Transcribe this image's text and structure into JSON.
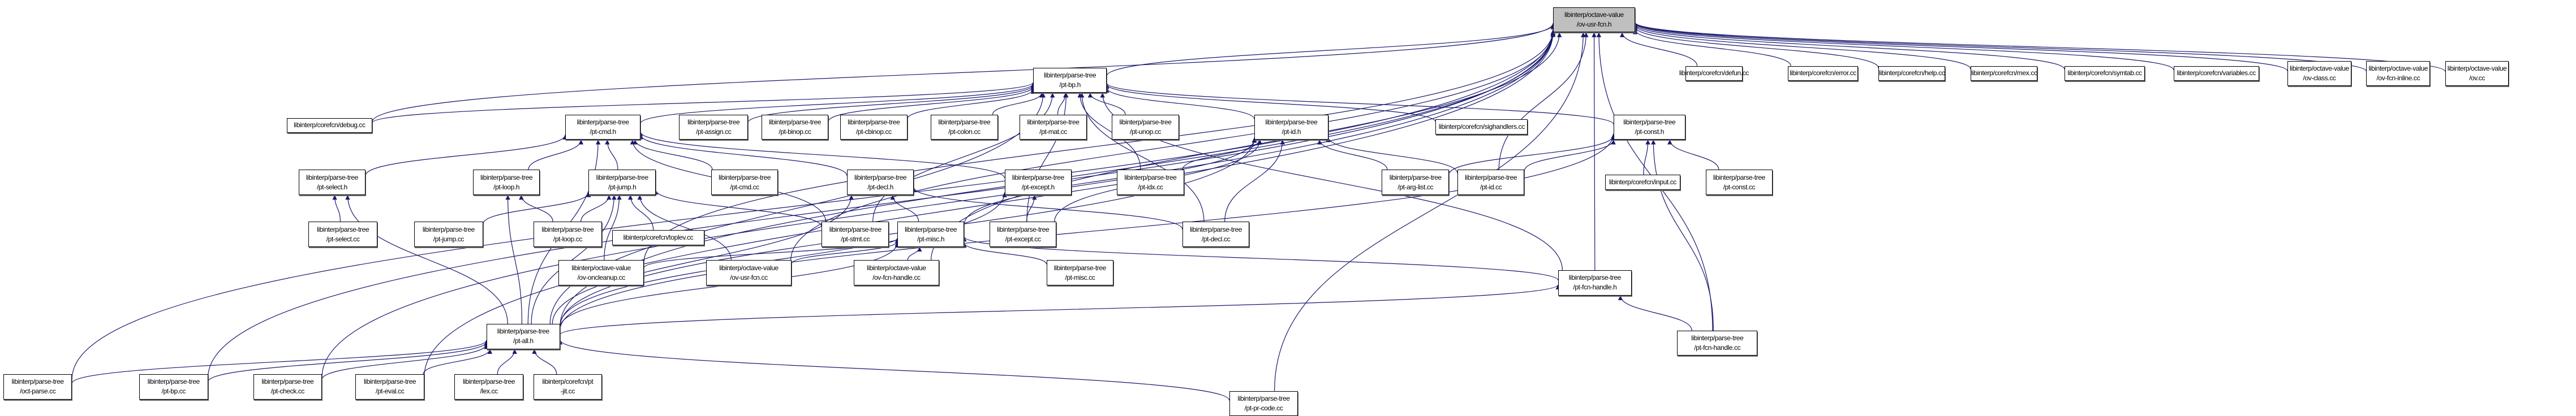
{
  "diagram": {
    "type": "include-dependency-graph",
    "root": "libinterp/octave-value/ov-usr-fcn.h",
    "edge_color": "#191970",
    "root_fill": "#bfbfbf",
    "nodes": [
      {
        "id": "ov-usr-fcn.h",
        "lines": [
          "libinterp/octave-value",
          "/ov-usr-fcn.h"
        ]
      },
      {
        "id": "pt-bp.h",
        "lines": [
          "libinterp/parse-tree",
          "/pt-bp.h"
        ]
      },
      {
        "id": "defun.cc",
        "lines": [
          "libinterp/corefcn/defun.cc"
        ]
      },
      {
        "id": "error.cc",
        "lines": [
          "libinterp/corefcn/error.cc"
        ]
      },
      {
        "id": "help.cc",
        "lines": [
          "libinterp/corefcn/help.cc"
        ]
      },
      {
        "id": "mex.cc",
        "lines": [
          "libinterp/corefcn/mex.cc"
        ]
      },
      {
        "id": "symtab.cc",
        "lines": [
          "libinterp/corefcn/symtab.cc"
        ]
      },
      {
        "id": "variables.cc",
        "lines": [
          "libinterp/corefcn/variables.cc"
        ]
      },
      {
        "id": "ov-class.cc",
        "lines": [
          "libinterp/octave-value",
          "/ov-class.cc"
        ]
      },
      {
        "id": "ov-fcn-inline.cc",
        "lines": [
          "libinterp/octave-value",
          "/ov-fcn-inline.cc"
        ]
      },
      {
        "id": "ov.cc",
        "lines": [
          "libinterp/octave-value",
          "/ov.cc"
        ]
      },
      {
        "id": "debug.cc",
        "lines": [
          "libinterp/corefcn/debug.cc"
        ]
      },
      {
        "id": "pt-cmd.h",
        "lines": [
          "libinterp/parse-tree",
          "/pt-cmd.h"
        ]
      },
      {
        "id": "pt-assign.cc",
        "lines": [
          "libinterp/parse-tree",
          "/pt-assign.cc"
        ]
      },
      {
        "id": "pt-binop.cc",
        "lines": [
          "libinterp/parse-tree",
          "/pt-binop.cc"
        ]
      },
      {
        "id": "pt-cbinop.cc",
        "lines": [
          "libinterp/parse-tree",
          "/pt-cbinop.cc"
        ]
      },
      {
        "id": "pt-colon.cc",
        "lines": [
          "libinterp/parse-tree",
          "/pt-colon.cc"
        ]
      },
      {
        "id": "pt-mat.cc",
        "lines": [
          "libinterp/parse-tree",
          "/pt-mat.cc"
        ]
      },
      {
        "id": "pt-unop.cc",
        "lines": [
          "libinterp/parse-tree",
          "/pt-unop.cc"
        ]
      },
      {
        "id": "pt-id.h",
        "lines": [
          "libinterp/parse-tree",
          "/pt-id.h"
        ]
      },
      {
        "id": "sighandlers.cc",
        "lines": [
          "libinterp/corefcn/sighandlers.cc"
        ]
      },
      {
        "id": "pt-const.h",
        "lines": [
          "libinterp/parse-tree",
          "/pt-const.h"
        ]
      },
      {
        "id": "pt-select.h",
        "lines": [
          "libinterp/parse-tree",
          "/pt-select.h"
        ]
      },
      {
        "id": "pt-loop.h",
        "lines": [
          "libinterp/parse-tree",
          "/pt-loop.h"
        ]
      },
      {
        "id": "pt-jump.h",
        "lines": [
          "libinterp/parse-tree",
          "/pt-jump.h"
        ]
      },
      {
        "id": "pt-cmd.cc",
        "lines": [
          "libinterp/parse-tree",
          "/pt-cmd.cc"
        ]
      },
      {
        "id": "pt-decl.h",
        "lines": [
          "libinterp/parse-tree",
          "/pt-decl.h"
        ]
      },
      {
        "id": "pt-except.h",
        "lines": [
          "libinterp/parse-tree",
          "/pt-except.h"
        ]
      },
      {
        "id": "pt-idx.cc",
        "lines": [
          "libinterp/parse-tree",
          "/pt-idx.cc"
        ]
      },
      {
        "id": "pt-arg-list.cc",
        "lines": [
          "libinterp/parse-tree",
          "/pt-arg-list.cc"
        ]
      },
      {
        "id": "pt-id.cc",
        "lines": [
          "libinterp/parse-tree",
          "/pt-id.cc"
        ]
      },
      {
        "id": "input.cc",
        "lines": [
          "libinterp/corefcn/input.cc"
        ]
      },
      {
        "id": "pt-const.cc",
        "lines": [
          "libinterp/parse-tree",
          "/pt-const.cc"
        ]
      },
      {
        "id": "pt-select.cc",
        "lines": [
          "libinterp/parse-tree",
          "/pt-select.cc"
        ]
      },
      {
        "id": "pt-jump.cc",
        "lines": [
          "libinterp/parse-tree",
          "/pt-jump.cc"
        ]
      },
      {
        "id": "pt-loop.cc",
        "lines": [
          "libinterp/parse-tree",
          "/pt-loop.cc"
        ]
      },
      {
        "id": "toplev.cc",
        "lines": [
          "libinterp/corefcn/toplev.cc"
        ]
      },
      {
        "id": "pt-stmt.cc",
        "lines": [
          "libinterp/parse-tree",
          "/pt-stmt.cc"
        ]
      },
      {
        "id": "pt-misc.h",
        "lines": [
          "libinterp/parse-tree",
          "/pt-misc.h"
        ]
      },
      {
        "id": "pt-except.cc",
        "lines": [
          "libinterp/parse-tree",
          "/pt-except.cc"
        ]
      },
      {
        "id": "pt-decl.cc",
        "lines": [
          "libinterp/parse-tree",
          "/pt-decl.cc"
        ]
      },
      {
        "id": "ov-oncleanup.cc",
        "lines": [
          "libinterp/octave-value",
          "/ov-oncleanup.cc"
        ]
      },
      {
        "id": "ov-usr-fcn.cc",
        "lines": [
          "libinterp/octave-value",
          "/ov-usr-fcn.cc"
        ]
      },
      {
        "id": "ov-fcn-handle.cc",
        "lines": [
          "libinterp/octave-value",
          "/ov-fcn-handle.cc"
        ]
      },
      {
        "id": "pt-misc.cc",
        "lines": [
          "libinterp/parse-tree",
          "/pt-misc.cc"
        ]
      },
      {
        "id": "pt-fcn-handle.h",
        "lines": [
          "libinterp/parse-tree",
          "/pt-fcn-handle.h"
        ]
      },
      {
        "id": "pt-all.h",
        "lines": [
          "libinterp/parse-tree",
          "/pt-all.h"
        ]
      },
      {
        "id": "pt-fcn-handle.cc",
        "lines": [
          "libinterp/parse-tree",
          "/pt-fcn-handle.cc"
        ]
      },
      {
        "id": "oct-parse.cc",
        "lines": [
          "libinterp/parse-tree",
          "/oct-parse.cc"
        ]
      },
      {
        "id": "pt-bp.cc",
        "lines": [
          "libinterp/parse-tree",
          "/pt-bp.cc"
        ]
      },
      {
        "id": "pt-check.cc",
        "lines": [
          "libinterp/parse-tree",
          "/pt-check.cc"
        ]
      },
      {
        "id": "pt-eval.cc",
        "lines": [
          "libinterp/parse-tree",
          "/pt-eval.cc"
        ]
      },
      {
        "id": "lex.cc",
        "lines": [
          "libinterp/parse-tree",
          "/lex.cc"
        ]
      },
      {
        "id": "pt-jit.cc",
        "lines": [
          "libinterp/corefcn/pt",
          "-jit.cc"
        ]
      },
      {
        "id": "pt-pr-code.cc",
        "lines": [
          "libinterp/parse-tree",
          "/pt-pr-code.cc"
        ]
      }
    ],
    "edges": [
      [
        "pt-bp.h",
        "ov-usr-fcn.h"
      ],
      [
        "defun.cc",
        "ov-usr-fcn.h"
      ],
      [
        "error.cc",
        "ov-usr-fcn.h"
      ],
      [
        "help.cc",
        "ov-usr-fcn.h"
      ],
      [
        "mex.cc",
        "ov-usr-fcn.h"
      ],
      [
        "symtab.cc",
        "ov-usr-fcn.h"
      ],
      [
        "variables.cc",
        "ov-usr-fcn.h"
      ],
      [
        "ov-class.cc",
        "ov-usr-fcn.h"
      ],
      [
        "ov-fcn-inline.cc",
        "ov-usr-fcn.h"
      ],
      [
        "ov.cc",
        "ov-usr-fcn.h"
      ],
      [
        "debug.cc",
        "ov-usr-fcn.h"
      ],
      [
        "pt-id.cc",
        "ov-usr-fcn.h"
      ],
      [
        "pt-fcn-handle.h",
        "ov-usr-fcn.h"
      ],
      [
        "pt-all.h",
        "ov-usr-fcn.h"
      ],
      [
        "pt-pr-code.cc",
        "ov-usr-fcn.h"
      ],
      [
        "pt-fcn-handle.cc",
        "ov-usr-fcn.h"
      ],
      [
        "oct-parse.cc",
        "ov-usr-fcn.h"
      ],
      [
        "pt-bp.cc",
        "ov-usr-fcn.h"
      ],
      [
        "pt-check.cc",
        "ov-usr-fcn.h"
      ],
      [
        "pt-eval.cc",
        "ov-usr-fcn.h"
      ],
      [
        "ov-usr-fcn.cc",
        "ov-usr-fcn.h"
      ],
      [
        "ov-fcn-handle.cc",
        "ov-usr-fcn.h"
      ],
      [
        "ov-oncleanup.cc",
        "ov-usr-fcn.h"
      ],
      [
        "debug.cc",
        "pt-bp.h"
      ],
      [
        "pt-cmd.h",
        "pt-bp.h"
      ],
      [
        "pt-assign.cc",
        "pt-bp.h"
      ],
      [
        "pt-binop.cc",
        "pt-bp.h"
      ],
      [
        "pt-cbinop.cc",
        "pt-bp.h"
      ],
      [
        "pt-colon.cc",
        "pt-bp.h"
      ],
      [
        "pt-mat.cc",
        "pt-bp.h"
      ],
      [
        "pt-unop.cc",
        "pt-bp.h"
      ],
      [
        "pt-id.h",
        "pt-bp.h"
      ],
      [
        "sighandlers.cc",
        "pt-bp.h"
      ],
      [
        "pt-const.h",
        "pt-bp.h"
      ],
      [
        "pt-idx.cc",
        "pt-bp.h"
      ],
      [
        "pt-stmt.cc",
        "pt-bp.h"
      ],
      [
        "pt-except.cc",
        "pt-bp.h"
      ],
      [
        "pt-decl.cc",
        "pt-bp.h"
      ],
      [
        "pt-fcn-handle.h",
        "pt-bp.h"
      ],
      [
        "pt-all.h",
        "pt-bp.h"
      ],
      [
        "pt-select.h",
        "pt-cmd.h"
      ],
      [
        "pt-loop.h",
        "pt-cmd.h"
      ],
      [
        "pt-jump.h",
        "pt-cmd.h"
      ],
      [
        "pt-cmd.cc",
        "pt-cmd.h"
      ],
      [
        "pt-decl.h",
        "pt-cmd.h"
      ],
      [
        "pt-except.h",
        "pt-cmd.h"
      ],
      [
        "pt-stmt.cc",
        "pt-cmd.h"
      ],
      [
        "pt-all.h",
        "pt-cmd.h"
      ],
      [
        "pt-idx.cc",
        "pt-id.h"
      ],
      [
        "pt-arg-list.cc",
        "pt-id.h"
      ],
      [
        "pt-id.cc",
        "pt-id.h"
      ],
      [
        "pt-misc.h",
        "pt-id.h"
      ],
      [
        "pt-decl.cc",
        "pt-id.h"
      ],
      [
        "pt-except.cc",
        "pt-id.h"
      ],
      [
        "pt-all.h",
        "pt-id.h"
      ],
      [
        "input.cc",
        "pt-const.h"
      ],
      [
        "pt-const.cc",
        "pt-const.h"
      ],
      [
        "pt-arg-list.cc",
        "pt-const.h"
      ],
      [
        "pt-id.cc",
        "pt-const.h"
      ],
      [
        "pt-all.h",
        "pt-const.h"
      ],
      [
        "pt-fcn-handle.cc",
        "pt-const.h"
      ],
      [
        "pt-select.cc",
        "pt-select.h"
      ],
      [
        "pt-all.h",
        "pt-select.h"
      ],
      [
        "pt-loop.cc",
        "pt-loop.h"
      ],
      [
        "pt-all.h",
        "pt-loop.h"
      ],
      [
        "pt-jump.cc",
        "pt-jump.h"
      ],
      [
        "pt-loop.cc",
        "pt-jump.h"
      ],
      [
        "toplev.cc",
        "pt-jump.h"
      ],
      [
        "pt-stmt.cc",
        "pt-jump.h"
      ],
      [
        "ov-usr-fcn.cc",
        "pt-jump.h"
      ],
      [
        "ov-oncleanup.cc",
        "pt-jump.h"
      ],
      [
        "pt-all.h",
        "pt-jump.h"
      ],
      [
        "pt-misc.h",
        "pt-decl.h"
      ],
      [
        "pt-decl.cc",
        "pt-decl.h"
      ],
      [
        "pt-all.h",
        "pt-decl.h"
      ],
      [
        "pt-except.cc",
        "pt-except.h"
      ],
      [
        "pt-all.h",
        "pt-except.h"
      ],
      [
        "ov-oncleanup.cc",
        "pt-misc.h"
      ],
      [
        "ov-usr-fcn.cc",
        "pt-misc.h"
      ],
      [
        "ov-fcn-handle.cc",
        "pt-misc.h"
      ],
      [
        "pt-misc.cc",
        "pt-misc.h"
      ],
      [
        "pt-fcn-handle.h",
        "pt-misc.h"
      ],
      [
        "pt-all.h",
        "pt-misc.h"
      ],
      [
        "pt-fcn-handle.cc",
        "pt-fcn-handle.h"
      ],
      [
        "pt-all.h",
        "pt-fcn-handle.h"
      ],
      [
        "oct-parse.cc",
        "pt-all.h"
      ],
      [
        "pt-bp.cc",
        "pt-all.h"
      ],
      [
        "pt-check.cc",
        "pt-all.h"
      ],
      [
        "pt-eval.cc",
        "pt-all.h"
      ],
      [
        "lex.cc",
        "pt-all.h"
      ],
      [
        "pt-jit.cc",
        "pt-all.h"
      ],
      [
        "pt-pr-code.cc",
        "pt-all.h"
      ]
    ]
  }
}
